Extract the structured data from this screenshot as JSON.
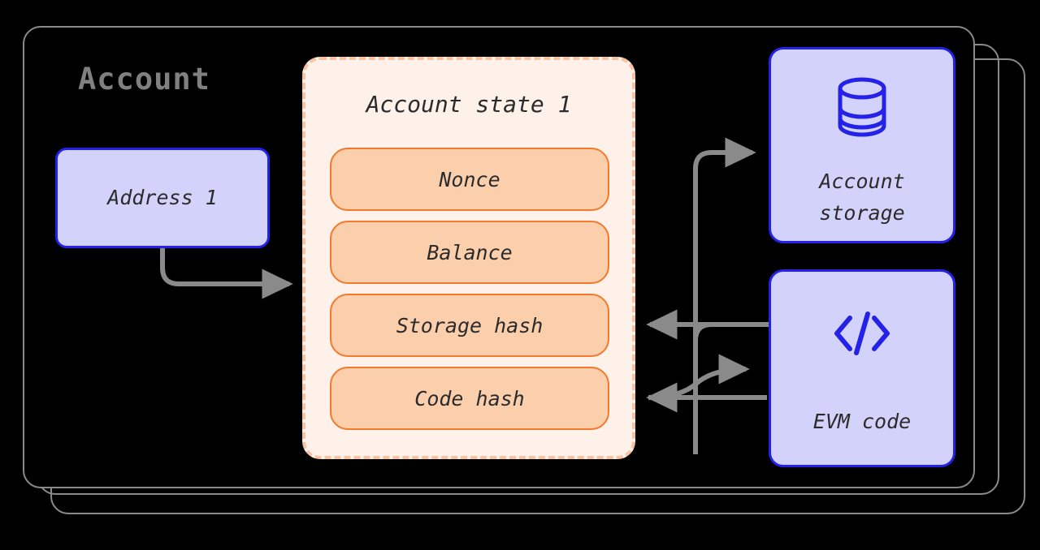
{
  "diagram": {
    "title": "Account",
    "background_color": "#000000",
    "accent_blue": "#2422e8",
    "blue_fill": "#d3d2fb",
    "accent_orange": "#f4792c",
    "orange_fill": "#fbceac",
    "panel_fill": "#fdf1ea",
    "panel_border": "#f9c2a2",
    "connector_color": "#8a8a8a",
    "frame_color": "#8a8a8a",
    "title_color": "#808080"
  },
  "address": {
    "label": "Address 1"
  },
  "account_state": {
    "title": "Account state 1",
    "fields": [
      {
        "label": "Nonce"
      },
      {
        "label": "Balance"
      },
      {
        "label": "Storage hash"
      },
      {
        "label": "Code hash"
      }
    ]
  },
  "storage_card": {
    "label": "Account\nstorage",
    "icon": "database-icon"
  },
  "evm_card": {
    "label": "EVM code",
    "icon": "code-brackets-icon"
  },
  "connectors": [
    {
      "name": "address-to-account-state",
      "from": "Address 1",
      "to": "Account state 1",
      "direction": "forward"
    },
    {
      "name": "account-state-to-storage",
      "from": "Storage hash",
      "to": "Account storage",
      "direction": "forward"
    },
    {
      "name": "storage-to-storage-hash",
      "from": "Account storage",
      "to": "Storage hash",
      "direction": "forward"
    },
    {
      "name": "code-hash-to-evm",
      "from": "Code hash",
      "to": "EVM code",
      "direction": "forward"
    },
    {
      "name": "evm-to-code-hash",
      "from": "EVM code",
      "to": "Code hash",
      "direction": "forward"
    }
  ]
}
